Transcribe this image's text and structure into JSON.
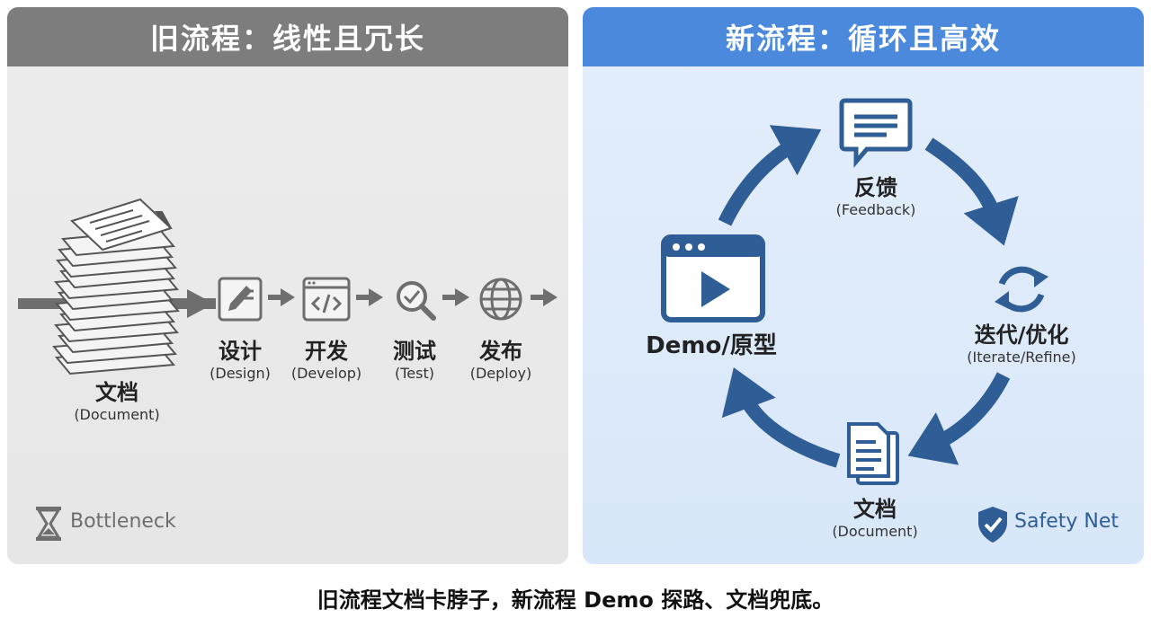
{
  "old_flow": {
    "title": "旧流程：线性且冗长",
    "document": {
      "zh": "文档",
      "en": "(Document)"
    },
    "steps": [
      {
        "zh": "设计",
        "en": "(Design)"
      },
      {
        "zh": "开发",
        "en": "(Develop)"
      },
      {
        "zh": "测试",
        "en": "(Test)"
      },
      {
        "zh": "发布",
        "en": "(Deploy)"
      }
    ],
    "badge": "Bottleneck"
  },
  "new_flow": {
    "title": "新流程：循环且高效",
    "feedback": {
      "zh": "反馈",
      "en": "(Feedback)"
    },
    "iterate": {
      "zh": "迭代/优化",
      "en": "(Iterate/Refine)"
    },
    "document": {
      "zh": "文档",
      "en": "(Document)"
    },
    "demo": {
      "zh": "Demo/原型"
    },
    "badge": "Safety Net"
  },
  "caption": "旧流程文档卡脖子，新流程 Demo 探路、文档兜底。",
  "colors": {
    "old_header": "#7d7d7d",
    "new_header": "#4a89dc",
    "cycle_blue": "#2f5d96",
    "gray_icon": "#6e6e6e"
  }
}
